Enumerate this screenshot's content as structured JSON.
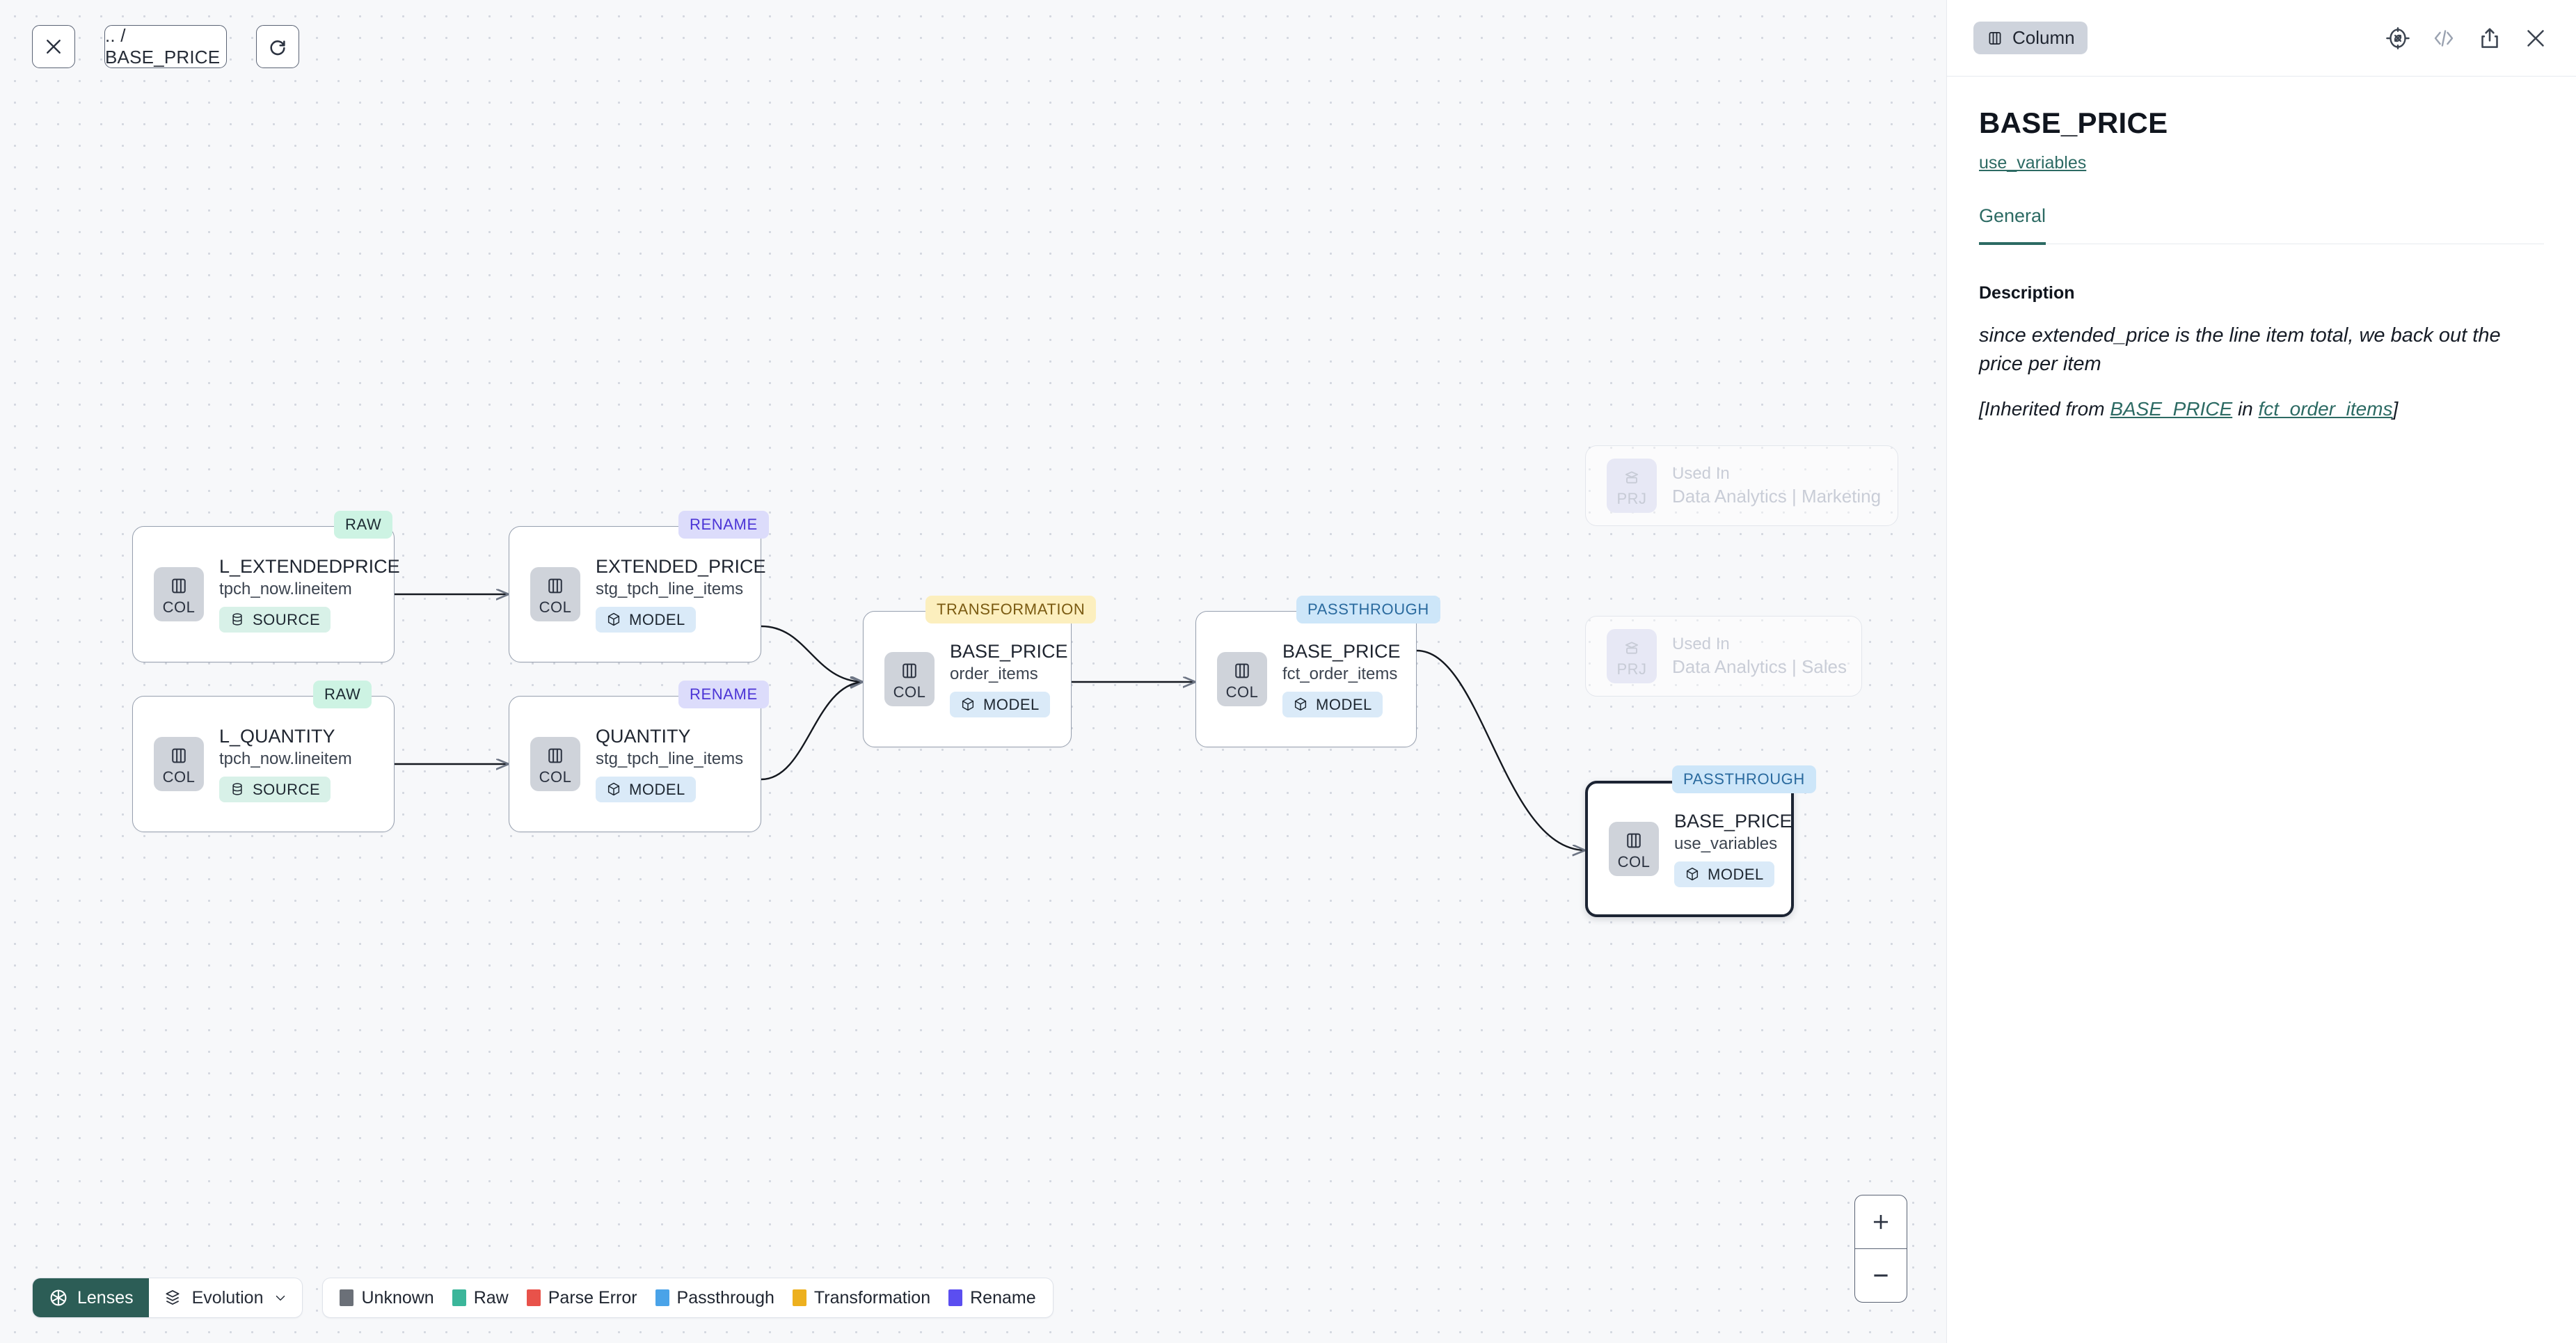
{
  "canvas": {
    "toolbar": {
      "close_icon": "close-icon",
      "breadcrumb_label": ".. / BASE_PRICE",
      "refresh_icon": "refresh-icon"
    },
    "zoom_controls": {
      "zoom_in_label": "+",
      "zoom_out_label": "−"
    },
    "bottom_bar": {
      "lenses_label": "Lenses",
      "evolution_label": "Evolution",
      "legend": [
        {
          "label": "Unknown",
          "color": "#6b7078"
        },
        {
          "label": "Raw",
          "color": "#3bb69a"
        },
        {
          "label": "Parse Error",
          "color": "#e8524a"
        },
        {
          "label": "Passthrough",
          "color": "#4aa3e8"
        },
        {
          "label": "Transformation",
          "color": "#edb01e"
        },
        {
          "label": "Rename",
          "color": "#5b4ef0"
        }
      ]
    },
    "nodes": [
      {
        "badge": "RAW",
        "icon": "COL",
        "title": "L_EXTENDEDPRICE",
        "subtitle": "tpch_now.lineitem",
        "pill": "SOURCE"
      },
      {
        "badge": "RAW",
        "icon": "COL",
        "title": "L_QUANTITY",
        "subtitle": "tpch_now.lineitem",
        "pill": "SOURCE"
      },
      {
        "badge": "RENAME",
        "icon": "COL",
        "title": "EXTENDED_PRICE",
        "subtitle": "stg_tpch_line_items",
        "pill": "MODEL"
      },
      {
        "badge": "RENAME",
        "icon": "COL",
        "title": "QUANTITY",
        "subtitle": "stg_tpch_line_items",
        "pill": "MODEL"
      },
      {
        "badge": "TRANSFORMATION",
        "icon": "COL",
        "title": "BASE_PRICE",
        "subtitle": "order_items",
        "pill": "MODEL"
      },
      {
        "badge": "PASSTHROUGH",
        "icon": "COL",
        "title": "BASE_PRICE",
        "subtitle": "fct_order_items",
        "pill": "MODEL"
      },
      {
        "badge": "PASSTHROUGH",
        "icon": "COL",
        "title": "BASE_PRICE",
        "subtitle": "use_variables",
        "pill": "MODEL"
      }
    ],
    "ghost_nodes": [
      {
        "icon": "PRJ",
        "title": "Used In",
        "subtitle": "Data Analytics | Marketing"
      },
      {
        "icon": "PRJ",
        "title": "Used In",
        "subtitle": "Data Analytics | Sales"
      }
    ]
  },
  "panel": {
    "chip_label": "Column",
    "chip_icon": "column-icon",
    "actions": [
      "explore-icon",
      "code-icon",
      "share-icon",
      "close-icon"
    ],
    "column_name": "BASE_PRICE",
    "model_link": "use_variables",
    "tabs": [
      {
        "label": "General"
      }
    ],
    "description_label": "Description",
    "description_text": "since extended_price is the line item total, we back out the price per item",
    "inherited_prefix": "[Inherited from ",
    "inherited_column": "BASE_PRICE",
    "inherited_middle": " in ",
    "inherited_model": "fct_order_items",
    "inherited_suffix": "]"
  }
}
